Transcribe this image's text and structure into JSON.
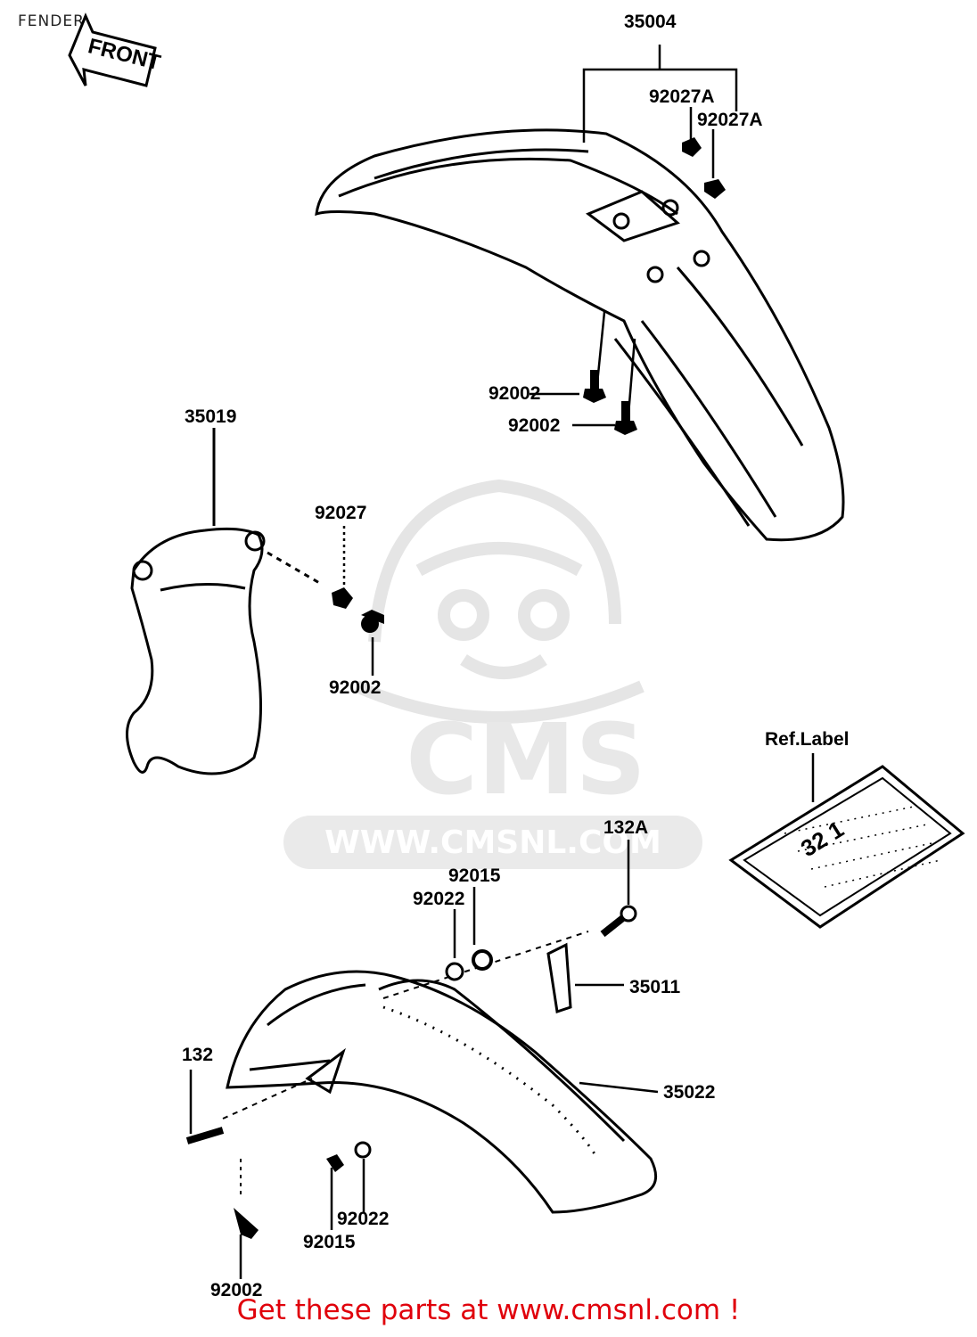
{
  "diagram": {
    "title": "FENDER",
    "front_arrow_label": "FRONT",
    "watermark": {
      "brand": "CMS",
      "url": "WWW.CMSNL.COM"
    },
    "labels": {
      "p35004": "35004",
      "p92027A_1": "92027A",
      "p92027A_2": "92027A",
      "p92002_front_1": "92002",
      "p92002_front_2": "92002",
      "p35019": "35019",
      "p92027": "92027",
      "p92002_mid": "92002",
      "ref_label": "Ref.Label",
      "p132A": "132A",
      "p92015_top": "92015",
      "p92022_top": "92022",
      "p35011": "35011",
      "p132": "132",
      "p35022": "35022",
      "p92022_bottom": "92022",
      "p92015_bottom": "92015",
      "p92002_bottom": "92002"
    },
    "ref_label_text": "32 1",
    "cta": "Get these parts at www.cmsnl.com !"
  }
}
